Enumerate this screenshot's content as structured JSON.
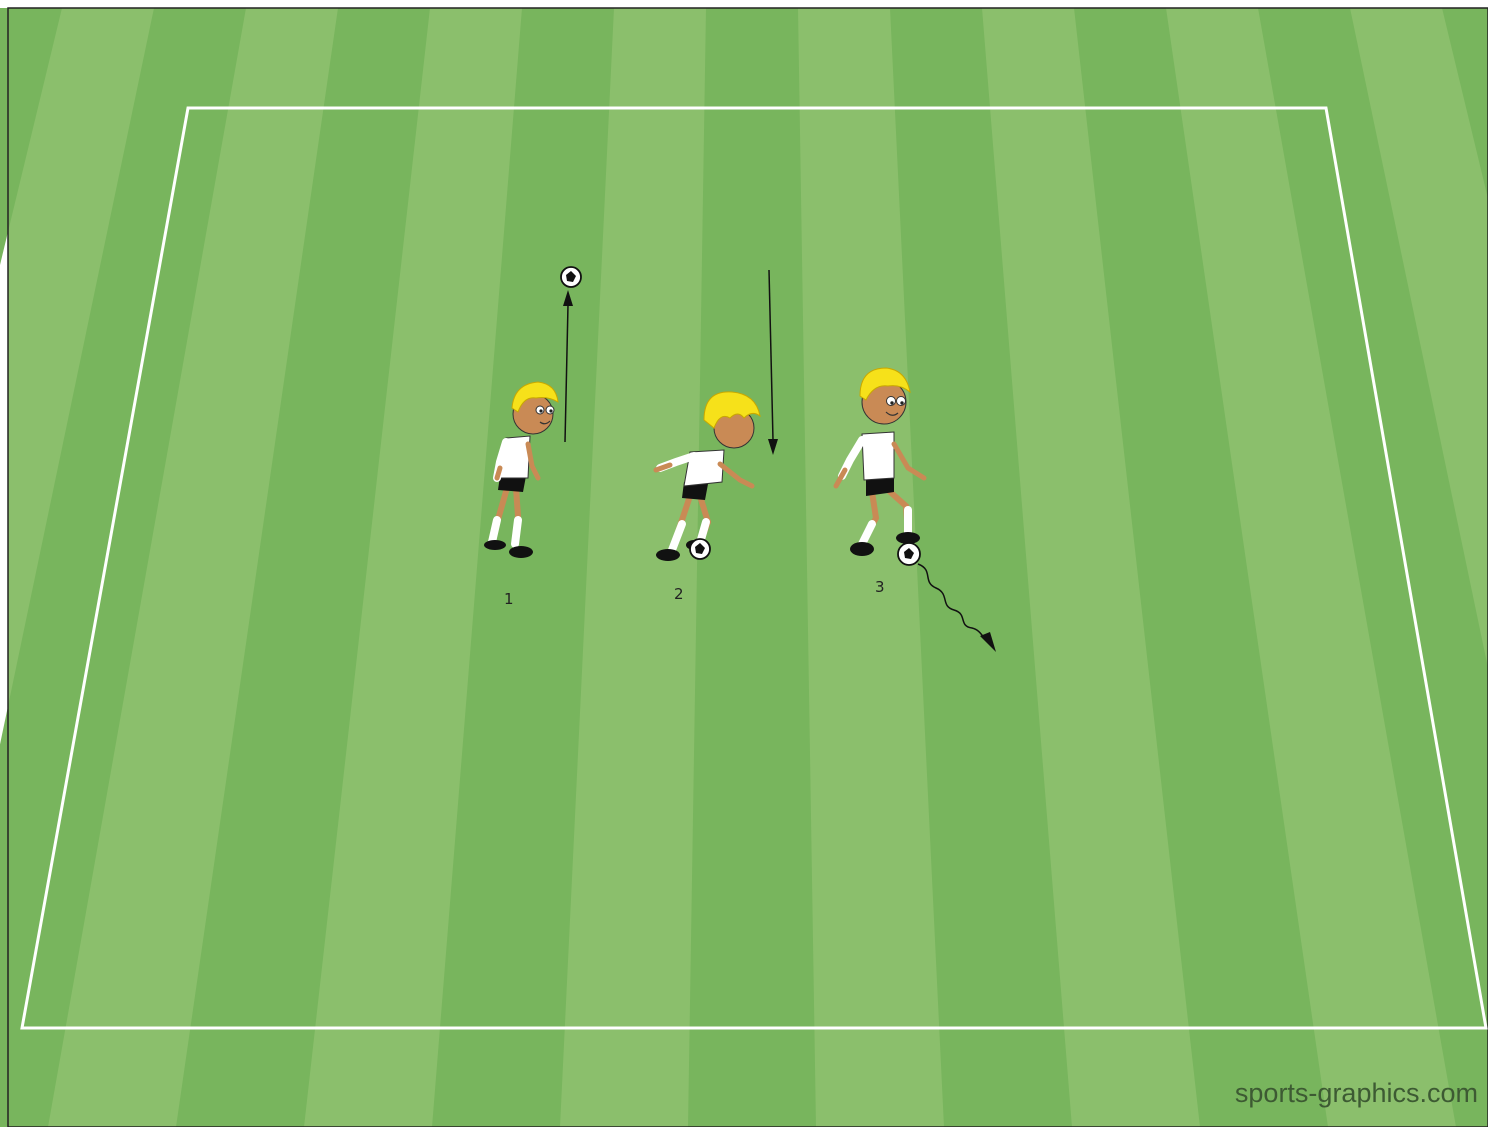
{
  "players": [
    {
      "id": "1",
      "label": "1",
      "action": "throw-up"
    },
    {
      "id": "2",
      "label": "2",
      "action": "dribble"
    },
    {
      "id": "3",
      "label": "3",
      "action": "dribble-away"
    }
  ],
  "watermark": "sports-graphics.com",
  "colors": {
    "grass_light": "#8bbf6c",
    "grass_dark": "#78b55d",
    "lines": "#ffffff",
    "hair": "#f6e11a",
    "skin": "#c98a55",
    "shirt": "#ffffff",
    "shorts": "#111111",
    "shoes": "#111111",
    "arrow": "#111111"
  }
}
